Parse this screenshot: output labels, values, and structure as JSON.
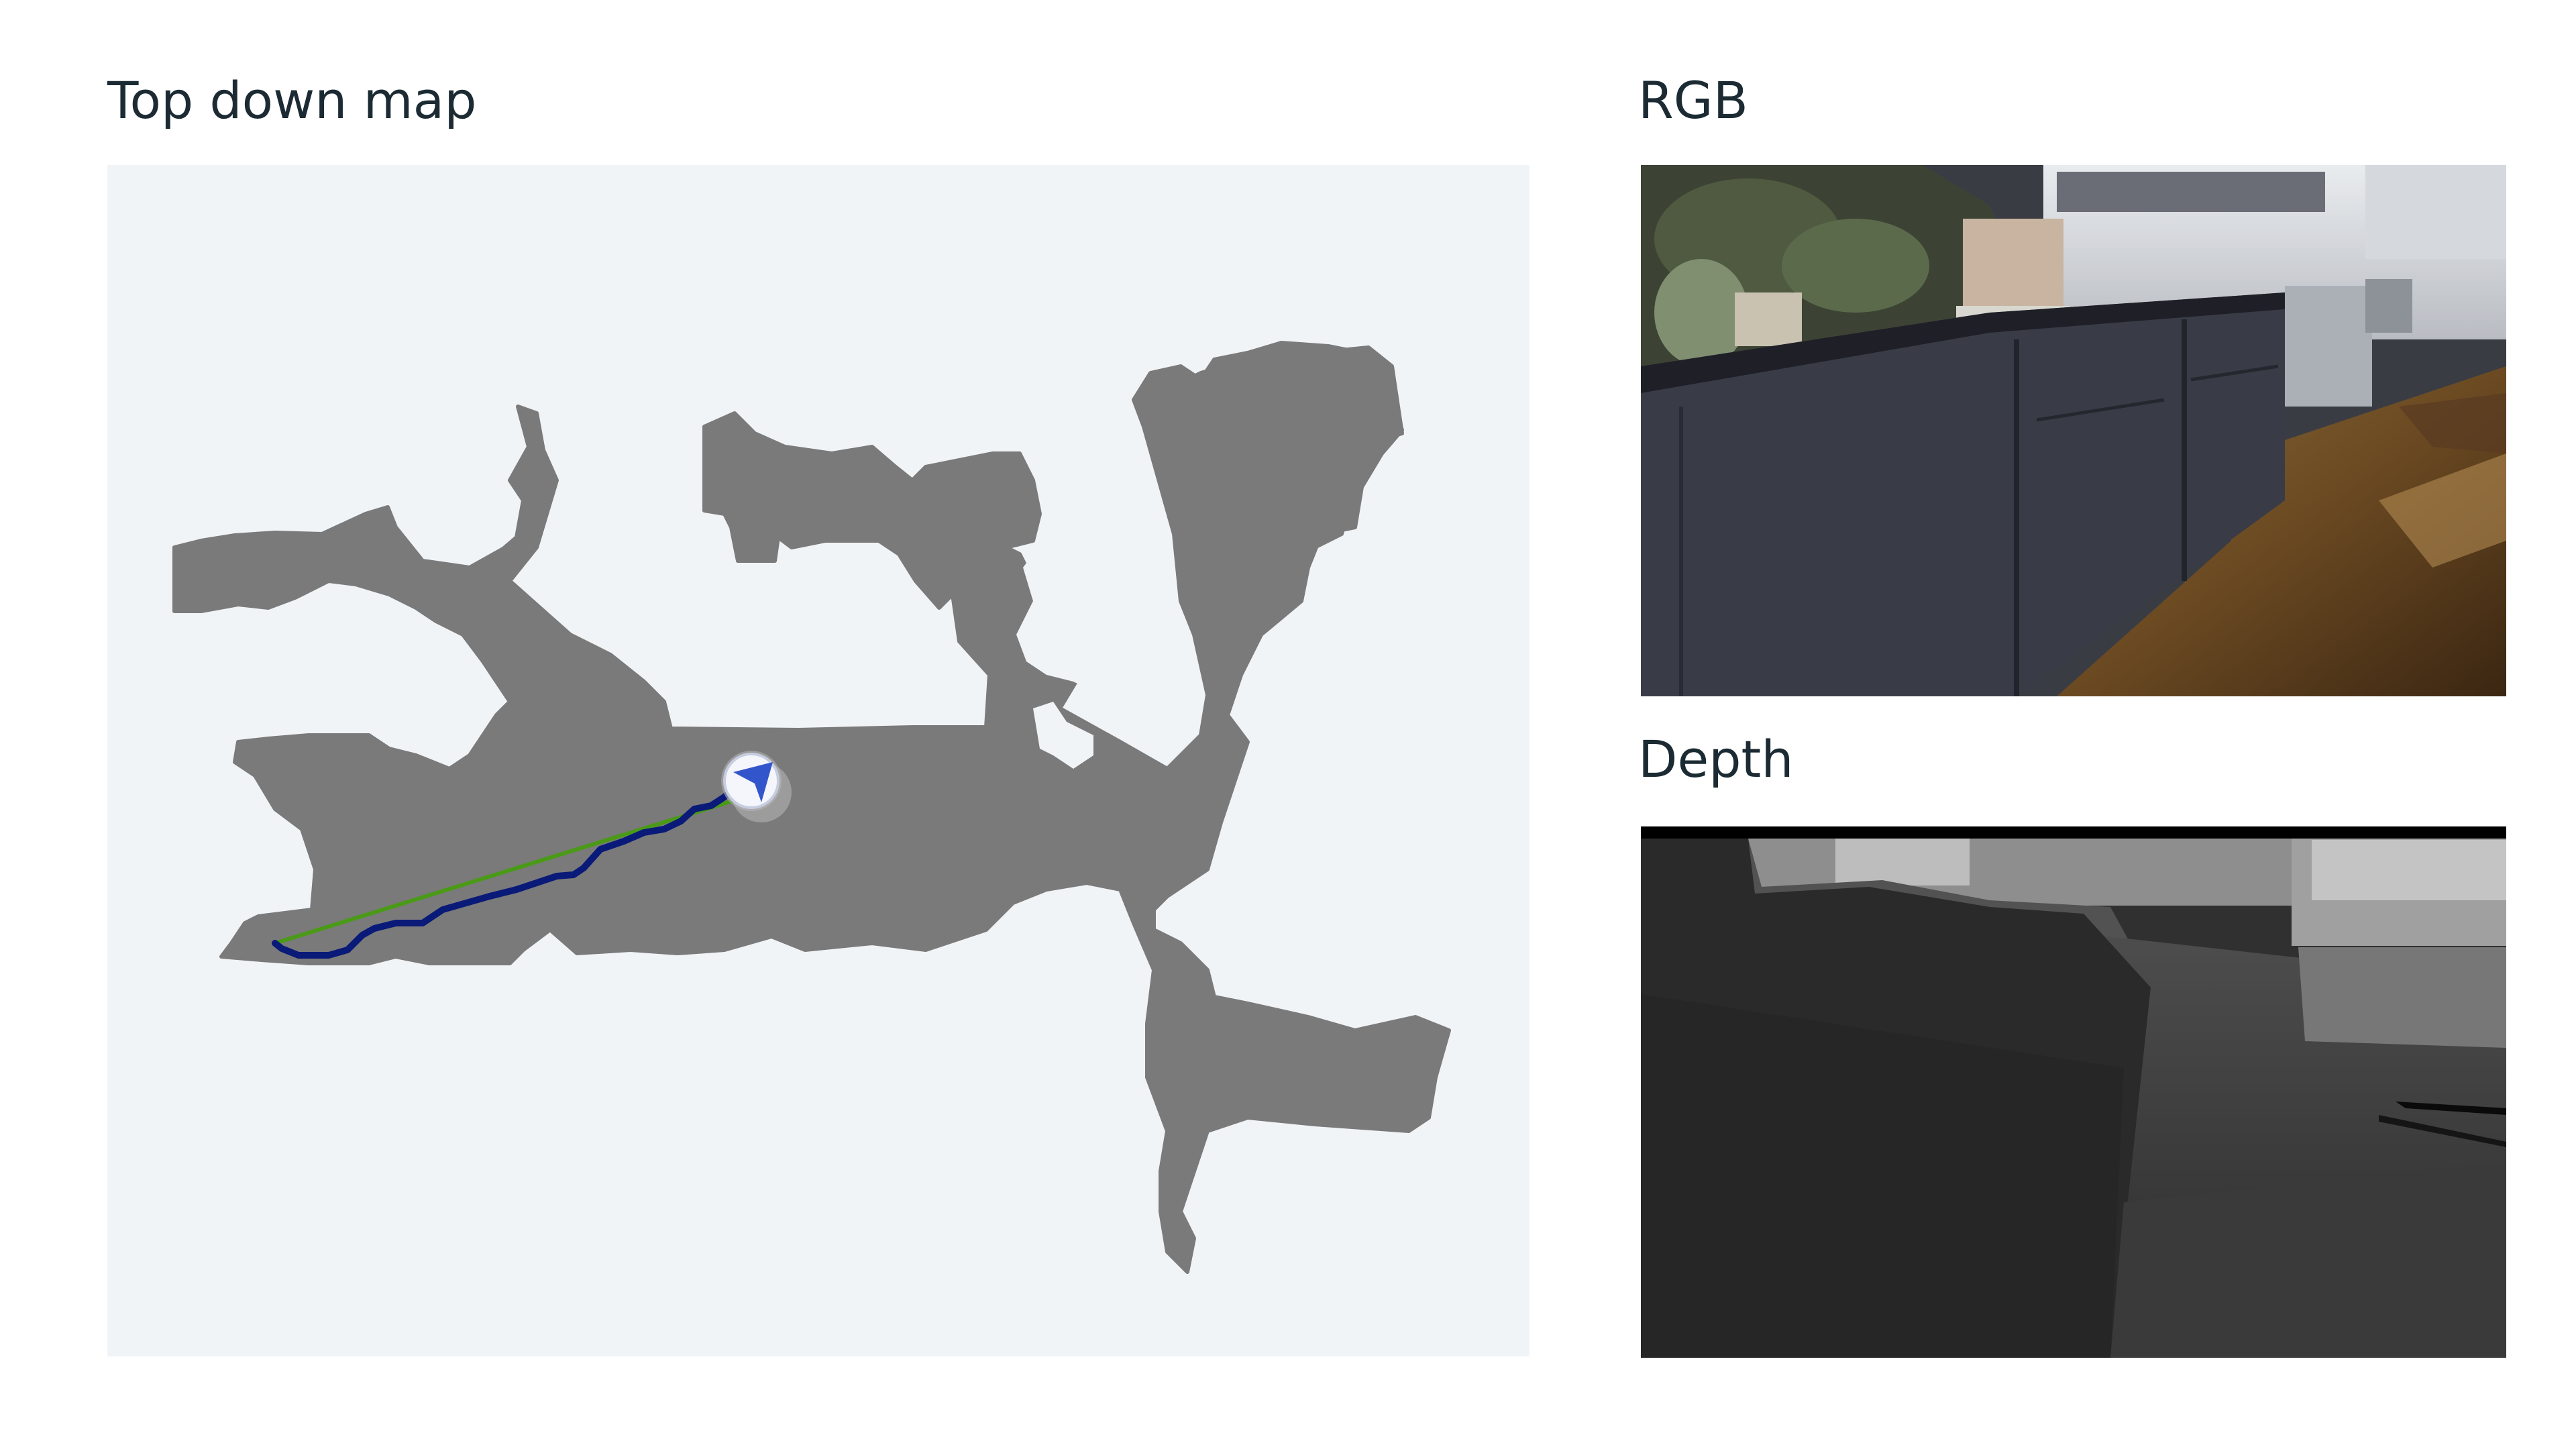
{
  "panels": {
    "map": {
      "title": "Top down map"
    },
    "rgb": {
      "title": "RGB"
    },
    "depth": {
      "title": "Depth"
    }
  },
  "map_legend_colors": {
    "background": "#f1f4f7",
    "navigable_area": "#7a7a7a",
    "shortest_path": "#4a9a18",
    "agent_path": "#0a1a78",
    "agent_marker": "#3355cc"
  },
  "icons": {
    "agent": "navigation-arrow-icon"
  }
}
